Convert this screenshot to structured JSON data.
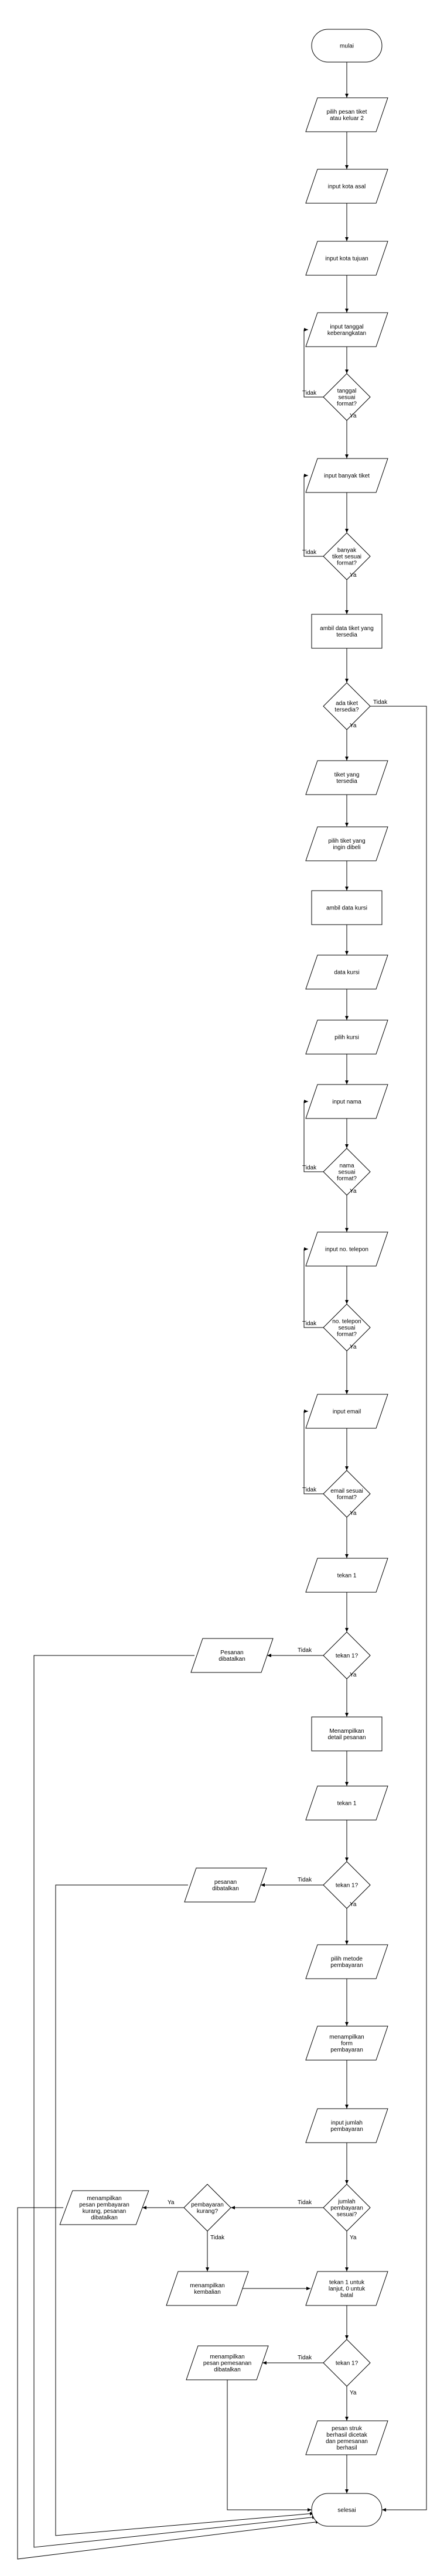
{
  "nodes": {
    "start": "mulai",
    "n1": [
      "pilih pesan tiket",
      "atau keluar 2"
    ],
    "n2": [
      "input kota asal"
    ],
    "n3": [
      "input kota tujuan"
    ],
    "n4": [
      "input tanggal",
      "keberangkatan"
    ],
    "d1": [
      "tanggal",
      "sesuai",
      "format?"
    ],
    "n5": [
      "input banyak tiket"
    ],
    "d2": [
      "banyak",
      "tiket sesuai",
      "format?"
    ],
    "n6": [
      "ambil data tiket yang",
      "tersedia"
    ],
    "d3": [
      "ada tiket",
      "tersedia?"
    ],
    "n7": [
      "tiket yang",
      "tersedia"
    ],
    "n8": [
      "pilih tiket yang",
      "ingin dibeli"
    ],
    "n9": [
      "ambil data kursi"
    ],
    "n10": [
      "data kursi"
    ],
    "n11": [
      "pilih kursi"
    ],
    "n12": [
      "input nama"
    ],
    "d4": [
      "nama",
      "sesuai",
      "format?"
    ],
    "n13": [
      "input no. telepon"
    ],
    "d5": [
      "no. telepon",
      "sesuai",
      "format?"
    ],
    "n14": [
      "input email"
    ],
    "d6": [
      "email sesuai",
      "format?"
    ],
    "n15": [
      "tekan 1"
    ],
    "d7": [
      "tekan 1?"
    ],
    "c1": [
      "Pesanan",
      "dibatalkan"
    ],
    "n16": [
      "Menampilkan",
      "detail pesanan"
    ],
    "n17": [
      "tekan 1"
    ],
    "d8": [
      "tekan 1?"
    ],
    "c2": [
      "pesanan",
      "dibatalkan"
    ],
    "n18": [
      "pilih metode",
      "pembayaran"
    ],
    "n19": [
      "menampilkan",
      "form",
      "pembayaran"
    ],
    "n20": [
      "input jumlah",
      "pembayaran"
    ],
    "d9": [
      "jumlah",
      "pembayaran",
      "sesuai?"
    ],
    "d10": [
      "pembayaran",
      "kurang?"
    ],
    "n21": [
      "menampilkan",
      "pesan pembayaran",
      "kurang, pesanan",
      "dibatalkan"
    ],
    "n22": [
      "menampilkan",
      "kembalian"
    ],
    "n23": [
      "tekan 1 untuk",
      "lanjut, 0 untuk",
      "batal"
    ],
    "d11": [
      "tekan 1?"
    ],
    "n24": [
      "menampilkan",
      "pesan pemesanan",
      "dibatalkan"
    ],
    "n25": [
      "pesan struk",
      "berhasil dicetak",
      "dan pemesanan",
      "berhasil"
    ],
    "end": "selesai"
  },
  "labels": {
    "yes": "Ya",
    "no": "Tidak"
  }
}
